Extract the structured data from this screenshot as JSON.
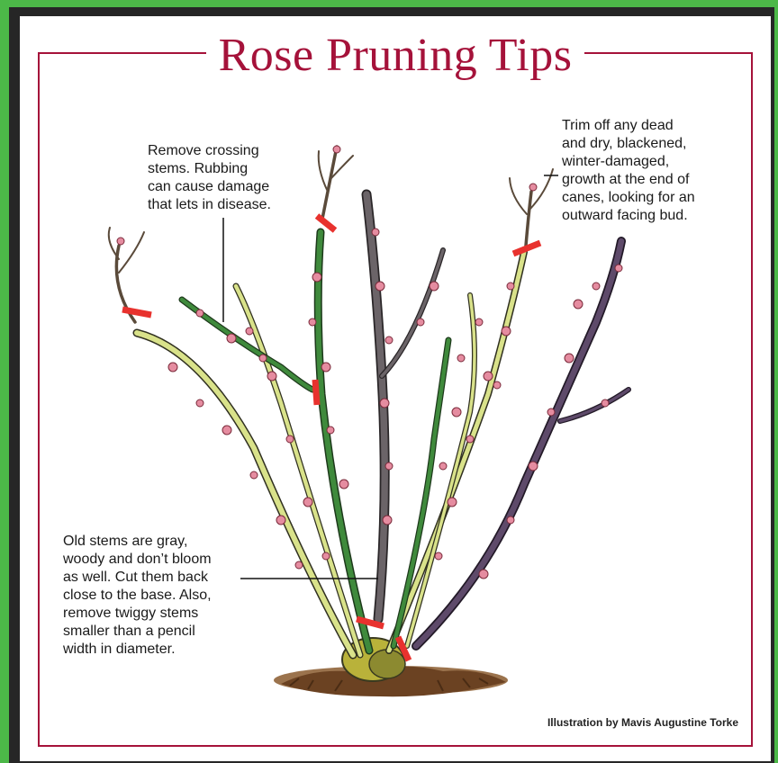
{
  "title": "Rose Pruning Tips",
  "callouts": {
    "crossing": [
      "Remove crossing",
      "stems. Rubbing",
      "can cause damage",
      "that lets in disease."
    ],
    "dead": [
      "Trim off any dead",
      "and dry, blackened,",
      "winter-damaged,",
      "growth at the end of",
      "canes, looking for an",
      "outward facing bud."
    ],
    "old": [
      "Old stems are gray,",
      "woody and don’t bloom",
      "as well. Cut them back",
      "close to the base. Also,",
      "remove twiggy stems",
      "smaller than a pencil",
      "width in diameter."
    ]
  },
  "credit": "Illustration by Mavis Augustine Torke",
  "colors": {
    "background": "#4cb848",
    "frame": "#262626",
    "accent": "#a5123a",
    "cut_mark": "#e8322e",
    "young_cane": "#d9e28a",
    "green_cane": "#3f8a3c",
    "old_cane": "#6b6468",
    "purple_cane": "#5e4a6a",
    "bud": "#e58ca0",
    "mulch": "#8a5a2e"
  }
}
